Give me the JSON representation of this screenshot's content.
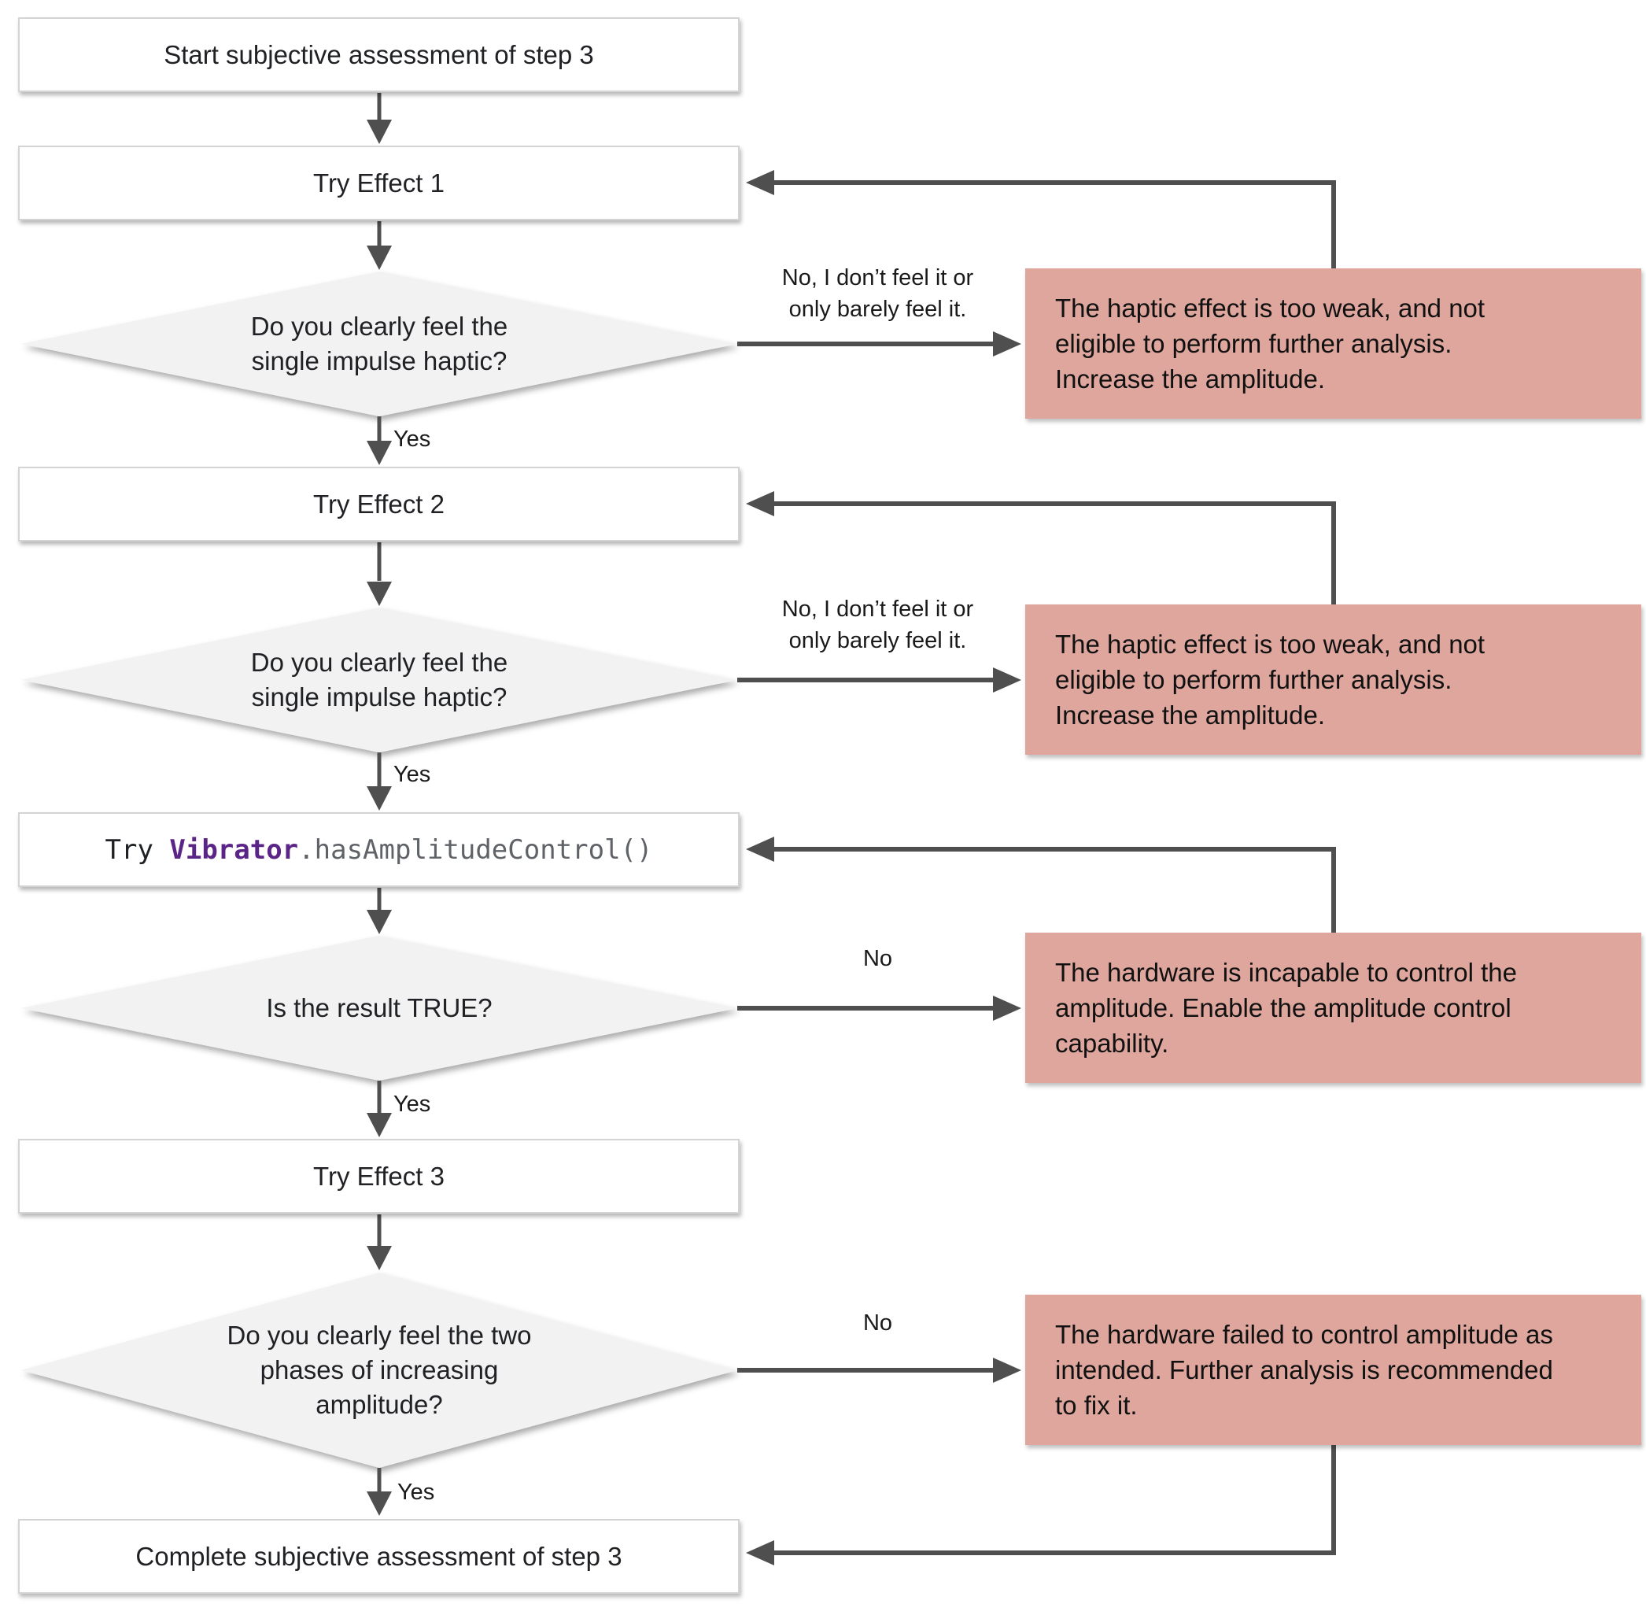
{
  "colors": {
    "callout_bg": "#dea69d",
    "connector": "#4f4f4f",
    "diamond_fill": "#f2f2f2",
    "code_keyword": "#5b2487",
    "code_rest": "#5f6368"
  },
  "nodes": {
    "start": {
      "label": "Start subjective assessment of step 3"
    },
    "effect1": {
      "label": "Try Effect 1"
    },
    "q1": {
      "label": "Do you clearly feel the\nsingle impulse haptic?"
    },
    "effect2": {
      "label": "Try Effect 2"
    },
    "q2": {
      "label": "Do you clearly feel the\nsingle impulse haptic?"
    },
    "api": {
      "prefix": "Try ",
      "keyword": "Vibrator",
      "rest": ".hasAmplitudeControl()"
    },
    "q3": {
      "label": "Is the result TRUE?"
    },
    "effect3": {
      "label": "Try Effect 3"
    },
    "q4": {
      "label": "Do you clearly feel the two\nphases of increasing\namplitude?"
    },
    "complete": {
      "label": "Complete subjective assessment of step 3"
    }
  },
  "callouts": {
    "weak1": {
      "text": "The haptic effect is too weak, and not\neligible to perform further analysis.\nIncrease the amplitude."
    },
    "weak2": {
      "text": "The haptic effect is too weak, and not\neligible to perform further analysis.\nIncrease the amplitude."
    },
    "incapable": {
      "text": "The hardware is incapable to control the\namplitude. Enable the amplitude control\ncapability."
    },
    "failed": {
      "text": "The hardware failed to control amplitude as\nintended. Further analysis is recommended\nto fix it."
    }
  },
  "edge_labels": {
    "no_feel_1": "No, I don’t feel it or\nonly barely feel it.",
    "no_feel_2": "No, I don’t feel it or\nonly barely feel it.",
    "no_3": "No",
    "no_4": "No",
    "yes_1": "Yes",
    "yes_2": "Yes",
    "yes_3": "Yes",
    "yes_4": "Yes"
  }
}
